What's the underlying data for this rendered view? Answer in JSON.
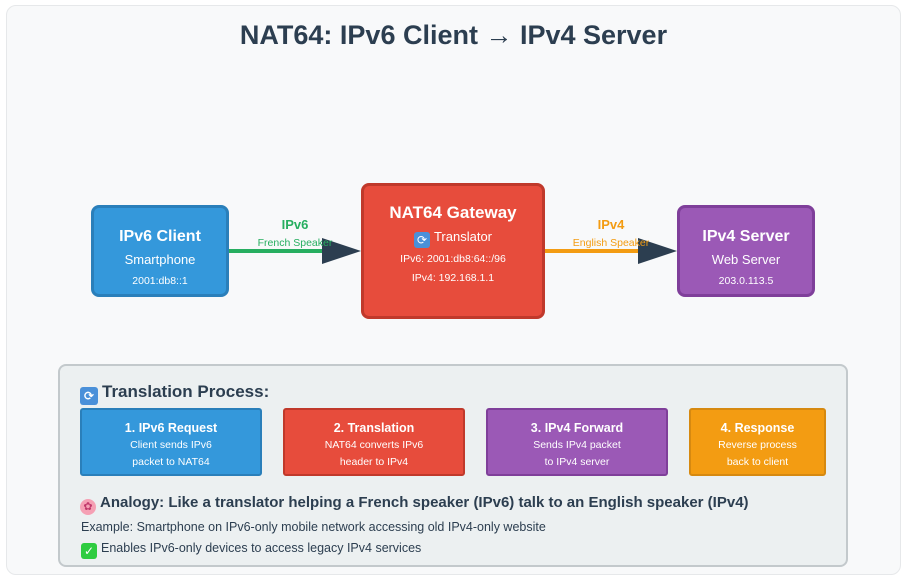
{
  "title": "NAT64: IPv6 Client → IPv4 Server",
  "nodes": {
    "client": {
      "title": "IPv6 Client",
      "sub": "Smartphone",
      "addr": "2001:db8::1",
      "color": "#3498db"
    },
    "gateway": {
      "title": "NAT64 Gateway",
      "sub": "Translator",
      "icon": "refresh-icon",
      "addr6": "IPv6: 2001:db8:64::/96",
      "addr4": "IPv4: 192.168.1.1",
      "color": "#e74c3c"
    },
    "server": {
      "title": "IPv4 Server",
      "sub": "Web Server",
      "addr": "203.0.113.5",
      "color": "#9b59b6"
    }
  },
  "edges": {
    "left": {
      "proto": "IPv6",
      "desc": "French Speaker",
      "color": "#27ae60"
    },
    "right": {
      "proto": "IPv4",
      "desc": "English Speaker",
      "color": "#f39c12"
    }
  },
  "process": {
    "title": "Translation Process:",
    "icon": "refresh-icon",
    "steps": [
      {
        "title": "1. IPv6 Request",
        "line1": "Client sends IPv6",
        "line2": "packet to NAT64",
        "color": "#3498db"
      },
      {
        "title": "2. Translation",
        "line1": "NAT64 converts IPv6",
        "line2": "header to IPv4",
        "color": "#e74c3c"
      },
      {
        "title": "3. IPv4 Forward",
        "line1": "Sends IPv4 packet",
        "line2": "to IPv4 server",
        "color": "#9b59b6"
      },
      {
        "title": "4. Response",
        "line1": "Reverse process",
        "line2": "back to client",
        "color": "#f39c12"
      }
    ],
    "analogy": "Analogy: Like a translator helping a French speaker (IPv6) talk to an English speaker (IPv4)",
    "analogy_icon": "brain-icon",
    "example": "Example: Smartphone on IPv6-only mobile network accessing old IPv4-only website",
    "benefit": "Enables IPv6-only devices to access legacy IPv4 services",
    "benefit_icon": "check-icon"
  }
}
